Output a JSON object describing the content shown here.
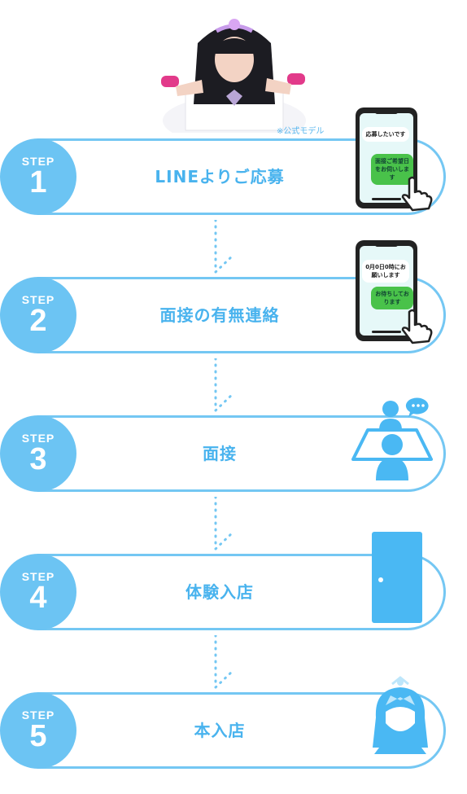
{
  "model_caption": "※公式モデル",
  "step_label": "STEP",
  "steps": [
    {
      "num": "1",
      "title": "LINEよりご応募"
    },
    {
      "num": "2",
      "title": "面接の有無連絡"
    },
    {
      "num": "3",
      "title": "面接"
    },
    {
      "num": "4",
      "title": "体験入店"
    },
    {
      "num": "5",
      "title": "本入店"
    }
  ],
  "phone1": {
    "msg_in": "応募したいです",
    "msg_out": "面接ご希望日をお伺いします"
  },
  "phone2": {
    "msg_in": "0月0日0時にお願いします",
    "msg_out": "お待ちしております"
  },
  "icons": {
    "step1": "smartphone-tap-icon",
    "step2": "smartphone-tap-icon",
    "step3": "interview-icon",
    "step4": "door-icon",
    "step5": "girl-tiara-icon"
  },
  "colors": {
    "accent": "#49b3ee",
    "circle": "#6cc4f3",
    "outline": "#74c7f3",
    "line_green": "#49c24a"
  }
}
